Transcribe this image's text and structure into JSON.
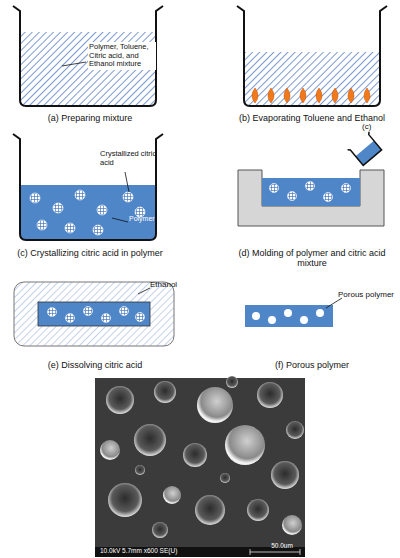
{
  "diagram": {
    "labels": [
      "Polymer, Toluene, Citric acid, and Ethanol mixture",
      "(a) Preparing mixture",
      "(b) Evaporating Toluene and Ethanol",
      "Crystallized citric acid",
      "Polymer",
      "(c) Crystallizing citric acid in polymer",
      "(c)",
      "(d) Molding of polymer and citric acid mixture",
      "Ethanol",
      "(e) Dissolving citric acid",
      "Porous polymer",
      "(f) Porous polymer",
      "10.0kV 5.7mm x600 SE(U)",
      "50.0um"
    ]
  }
}
